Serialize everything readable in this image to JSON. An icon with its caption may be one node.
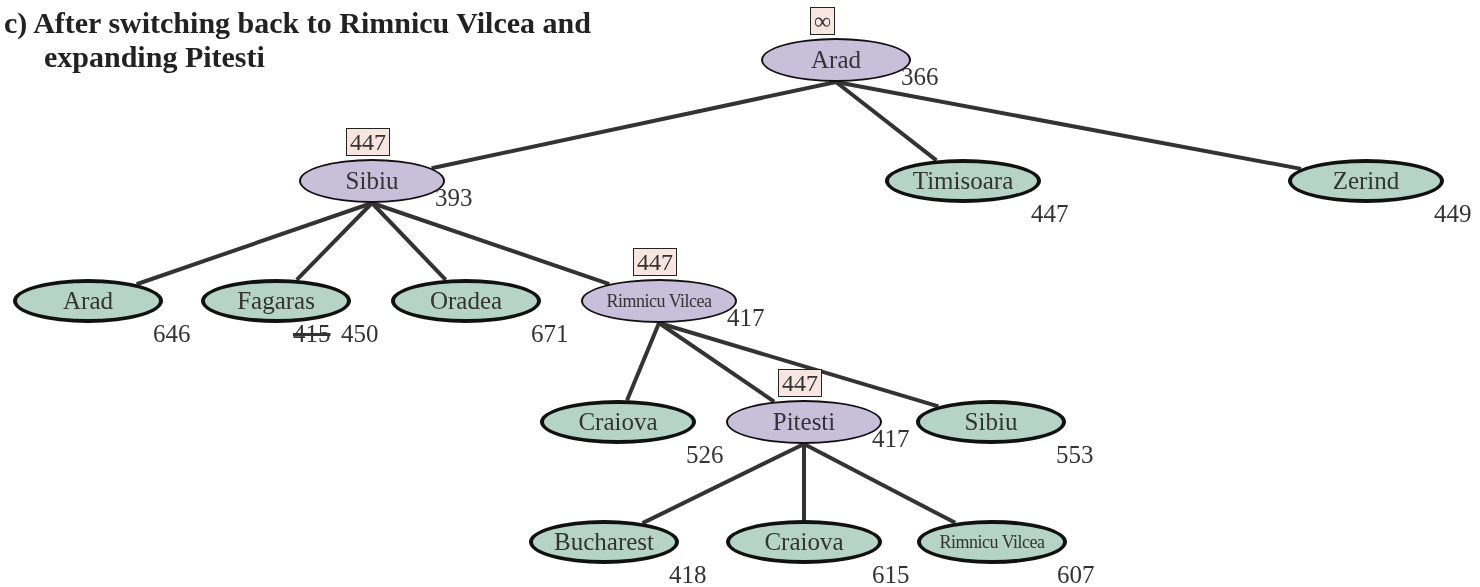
{
  "diagram": {
    "title": "c) After switching back to Rimnicu Vilcea and expanding Pitesti",
    "nodes": [
      {
        "text": [
          "Arad"
        ],
        "beside": [
          "∞",
          "366"
        ]
      },
      {
        "text": [
          "Sibiu"
        ],
        "beside": [
          "447",
          "393"
        ]
      },
      {
        "text": [
          "Timisoara"
        ],
        "beside": [
          "447"
        ]
      },
      {
        "text": [
          "Zerind"
        ],
        "beside": [
          "449"
        ]
      },
      {
        "text": [
          "Arad"
        ],
        "beside": [
          "646"
        ]
      },
      {
        "text": [
          "Fagaras"
        ],
        "beside": [
          "415",
          "450"
        ]
      },
      {
        "text": [
          "Oradea"
        ],
        "beside": [
          "671"
        ]
      },
      {
        "text": [
          "Rimnicu Vilcea"
        ],
        "beside": [
          "447",
          "417"
        ]
      },
      {
        "text": [
          "Craiova"
        ],
        "beside": [
          "526"
        ]
      },
      {
        "text": [
          "Pitesti"
        ],
        "beside": [
          "447",
          "417"
        ]
      },
      {
        "text": [
          "Sibiu"
        ],
        "beside": [
          "553"
        ]
      },
      {
        "text": [
          "Bucharest"
        ],
        "beside": [
          "418"
        ]
      },
      {
        "text": [
          "Craiova"
        ],
        "beside": [
          "615"
        ]
      },
      {
        "text": [
          "Rimnicu Vilcea"
        ],
        "beside": [
          "607"
        ]
      }
    ],
    "edges": [
      {
        "from": 0,
        "to": 1,
        "arrow": "none"
      },
      {
        "from": 0,
        "to": 2,
        "arrow": "none"
      },
      {
        "from": 0,
        "to": 3,
        "arrow": "none"
      },
      {
        "from": 1,
        "to": 4,
        "arrow": "none"
      },
      {
        "from": 1,
        "to": 5,
        "arrow": "none"
      },
      {
        "from": 1,
        "to": 6,
        "arrow": "none"
      },
      {
        "from": 1,
        "to": 7,
        "arrow": "none"
      },
      {
        "from": 7,
        "to": 8,
        "arrow": "none"
      },
      {
        "from": 7,
        "to": 9,
        "arrow": "none"
      },
      {
        "from": 7,
        "to": 10,
        "arrow": "none"
      },
      {
        "from": 9,
        "to": 11,
        "arrow": "none"
      },
      {
        "from": 9,
        "to": 12,
        "arrow": "none"
      },
      {
        "from": 9,
        "to": 13,
        "arrow": "none"
      }
    ]
  }
}
